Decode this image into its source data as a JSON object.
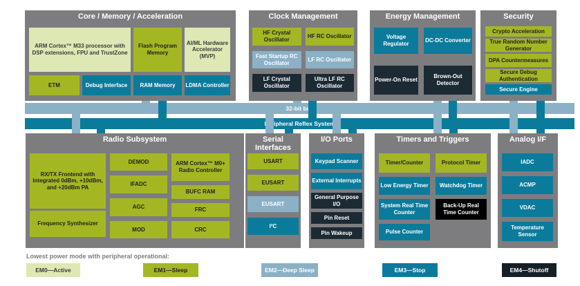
{
  "palette": {
    "em0_active": "#dde8b4",
    "em1_sleep": "#a4b723",
    "em2_deep_sleep": "#8ab1c6",
    "em3_stop": "#0b7b9c",
    "em4_shutoff": "#151f28",
    "container_gray": "#7d7d7f",
    "backup_counter_black": "#000000"
  },
  "buses": {
    "bus32": "32-bit bus",
    "prs": "Peripheral Reflex System"
  },
  "sections": {
    "core": {
      "title": "Core / Memory / Acceleration",
      "items": {
        "arm": "ARM Cortex™ M33 processor with DSP extensions, FPU and TrustZone",
        "flash": "Flash Program Memory",
        "aiml": "AI/ML Hardware Accelerator (MVP)",
        "etm": "ETM",
        "debug": "Debug Interface",
        "ram": "RAM Memory",
        "ldma": "LDMA Controller"
      }
    },
    "clock": {
      "title": "Clock Management",
      "items": {
        "hfxo": "HF Crystal Oscillator",
        "hfrco": "HF RC Oscillator",
        "fsrco": "Fast Startup RC Oscillator",
        "lfrco": "LF RC Oscillator",
        "lfxo": "LF Crystal Oscillator",
        "ulfrco": "Ultra LF RC Oscillator"
      }
    },
    "energy": {
      "title": "Energy Management",
      "items": {
        "vreg": "Voltage Regulator",
        "dcdc": "DC-DC Converter",
        "por": "Power-On Reset",
        "bod": "Brown-Out Detector"
      }
    },
    "security": {
      "title": "Security",
      "items": {
        "crypto": "Crypto Acceleration",
        "trng": "True Random Number Generator",
        "dpa": "DPA Countermeasures",
        "sda": "Secure Debug Authentication",
        "se": "Secure Engine"
      }
    },
    "radio": {
      "title": "Radio Subsystem",
      "items": {
        "frontend": "RX/TX Frontend with Integrated 0dBm, +10dBm, and +20dBm PA",
        "synth": "Frequency Synthesizer",
        "demod": "DEMOD",
        "ifadc": "IFADC",
        "agc": "AGC",
        "mod": "MOD",
        "m0": "ARM Cortex™ M0+ Radio Controller",
        "bufc": "BUFC RAM",
        "frc": "FRC",
        "crc": "CRC"
      }
    },
    "serial": {
      "title": "Serial Interfaces",
      "items": {
        "usart": "USART",
        "eusart1": "EUSART",
        "eusart2": "EUSART",
        "i2c": "I²C"
      }
    },
    "io": {
      "title": "I/O Ports",
      "items": {
        "keypad": "Keypad Scanner",
        "extint": "External Interrupts",
        "gpio": "General Purpose I/O",
        "pinreset": "Pin Reset",
        "pinwake": "Pin Wakeup"
      }
    },
    "timers": {
      "title": "Timers and Triggers",
      "items": {
        "timer": "Timer/Counter",
        "protimer": "Protocol Timer",
        "letimer": "Low Energy Timer",
        "wdog": "Watchdog Timer",
        "sysrtc": "System Real Time Counter",
        "burtc": "Back-Up Real Time Counter",
        "pcnt": "Pulse Counter"
      }
    },
    "analog": {
      "title": "Analog I/F",
      "items": {
        "iadc": "IADC",
        "acmp": "ACMP",
        "vdac": "VDAC",
        "temp": "Temperature Sensor"
      }
    }
  },
  "legend": {
    "caption": "Lowest power mode with peripheral operational:",
    "items": {
      "em0": "EM0—Active",
      "em1": "EM1—Sleep",
      "em2": "EM2—Deep Sleep",
      "em3": "EM3—Stop",
      "em4": "EM4—Shutoff"
    }
  }
}
